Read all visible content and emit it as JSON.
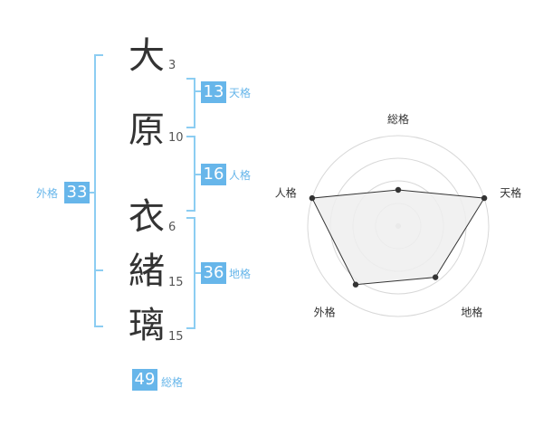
{
  "name": {
    "chars": [
      {
        "char": "大",
        "strokes": "3"
      },
      {
        "char": "原",
        "strokes": "10"
      },
      {
        "char": "衣",
        "strokes": "6"
      },
      {
        "char": "緒",
        "strokes": "15"
      },
      {
        "char": "璃",
        "strokes": "15"
      }
    ]
  },
  "fortunes": {
    "tenkaku": {
      "value": "13",
      "label": "天格"
    },
    "jinkaku": {
      "value": "16",
      "label": "人格"
    },
    "chikaku": {
      "value": "36",
      "label": "地格"
    },
    "gaikaku": {
      "value": "33",
      "label": "外格"
    },
    "soukaku": {
      "value": "49",
      "label": "総格"
    }
  },
  "chart_data": {
    "type": "radar",
    "axes": [
      "総格",
      "天格",
      "地格",
      "外格",
      "人格"
    ],
    "values": [
      0.4,
      1.0,
      0.7,
      0.8,
      1.0
    ],
    "max": 1.0,
    "rings": 4,
    "colors": {
      "fill": "#efefef",
      "stroke": "#333333",
      "grid": "#d8d8d8",
      "accent": "#67b6ea"
    }
  }
}
